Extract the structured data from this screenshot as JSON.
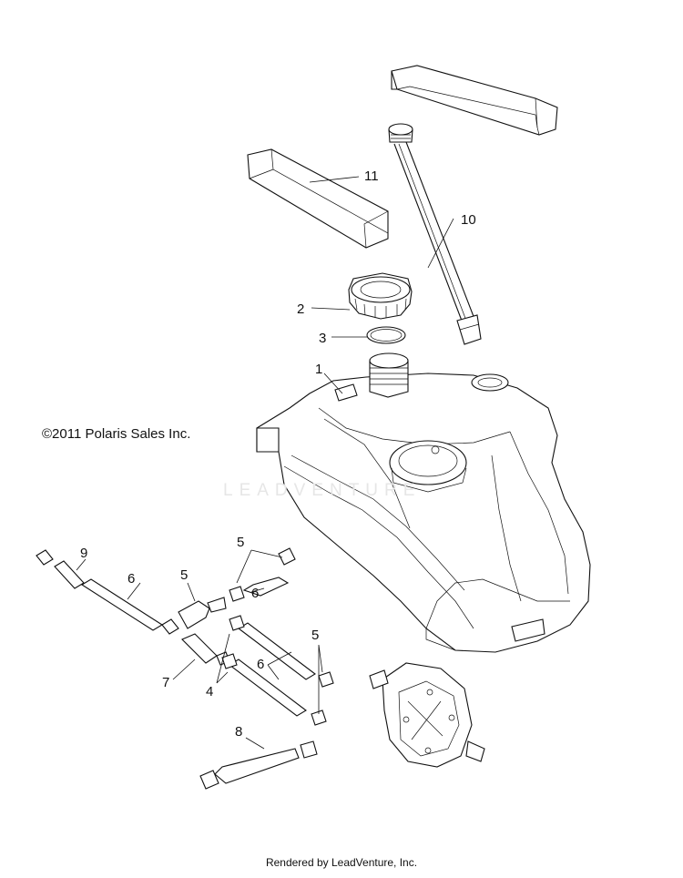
{
  "copyright": "©2011  Polaris Sales Inc.",
  "watermark": "LEADVENTURE",
  "footer": "Rendered by LeadVenture, Inc.",
  "callouts": [
    "1",
    "2",
    "3",
    "4",
    "5",
    "5",
    "5",
    "6",
    "6",
    "6",
    "7",
    "8",
    "9",
    "10",
    "11"
  ],
  "colors": {
    "line": "#111111",
    "background": "#ffffff",
    "watermark": "#e6e6e6"
  }
}
